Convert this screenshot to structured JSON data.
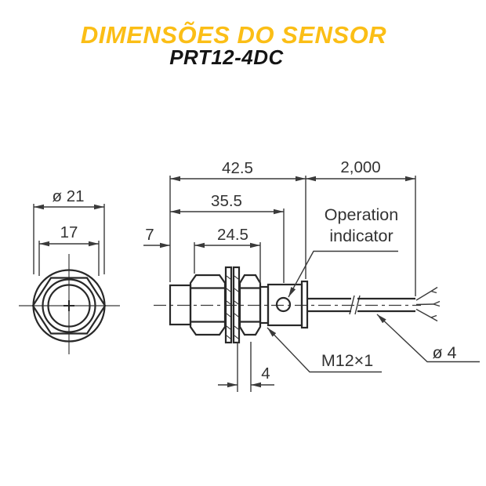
{
  "header": {
    "title": "DIMENSÕES DO SENSOR",
    "model": "PRT12-4DC"
  },
  "colors": {
    "accent_yellow": "#FBBE16",
    "line_ink": "#282828",
    "dim_ink": "#3a3a3a",
    "text_ink": "#333333",
    "background": "#ffffff"
  },
  "front_view": {
    "dim_outer_diameter": "ø 21",
    "dim_across_flats": "17"
  },
  "side_view": {
    "dim_total_length": "42.5",
    "dim_cable_length": "2,000",
    "dim_body_length": "35.5",
    "dim_thread_length": "24.5",
    "dim_front_cap": "7",
    "dim_washer_width": "4",
    "label_indicator_line1": "Operation",
    "label_indicator_line2": "indicator",
    "label_thread_spec": "M12×1",
    "label_cable_diameter": "ø 4"
  }
}
